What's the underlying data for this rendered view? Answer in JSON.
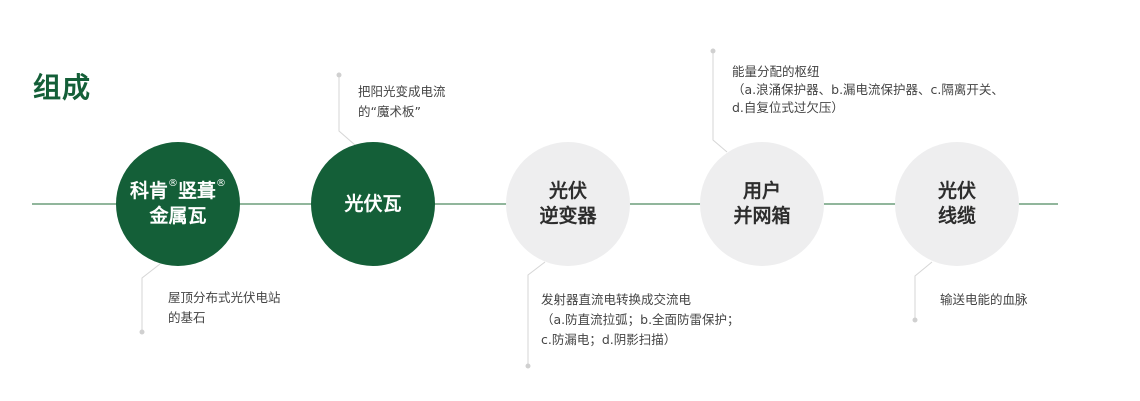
{
  "title": "组成",
  "colors": {
    "accent": "#145f38",
    "gray_circle": "#eeeeef",
    "connector": "#d6d6d6"
  },
  "items": [
    {
      "line1": "科肯",
      "mark1": "®",
      "line1b": "竖葺",
      "mark2": "®",
      "line2": "金属瓦",
      "note": [
        "屋顶分布式光伏电站",
        "的基石"
      ]
    },
    {
      "line1": "光伏瓦",
      "note": [
        "把阳光变成电流",
        "的“魔术板”"
      ]
    },
    {
      "line1": "光伏",
      "line2": "逆变器",
      "note": [
        "发射器直流电转换成交流电",
        "（a.防直流拉弧；b.全面防雷保护；",
        "c.防漏电；d.阴影扫描）"
      ]
    },
    {
      "line1": "用户",
      "line2": "并网箱",
      "note": [
        "能量分配的枢纽",
        "（a.浪涌保护器、b.漏电流保护器、c.隔离开关、",
        "d.自复位式过欠压）"
      ]
    },
    {
      "line1": "光伏",
      "line2": "线缆",
      "note": [
        "输送电能的血脉"
      ]
    }
  ]
}
